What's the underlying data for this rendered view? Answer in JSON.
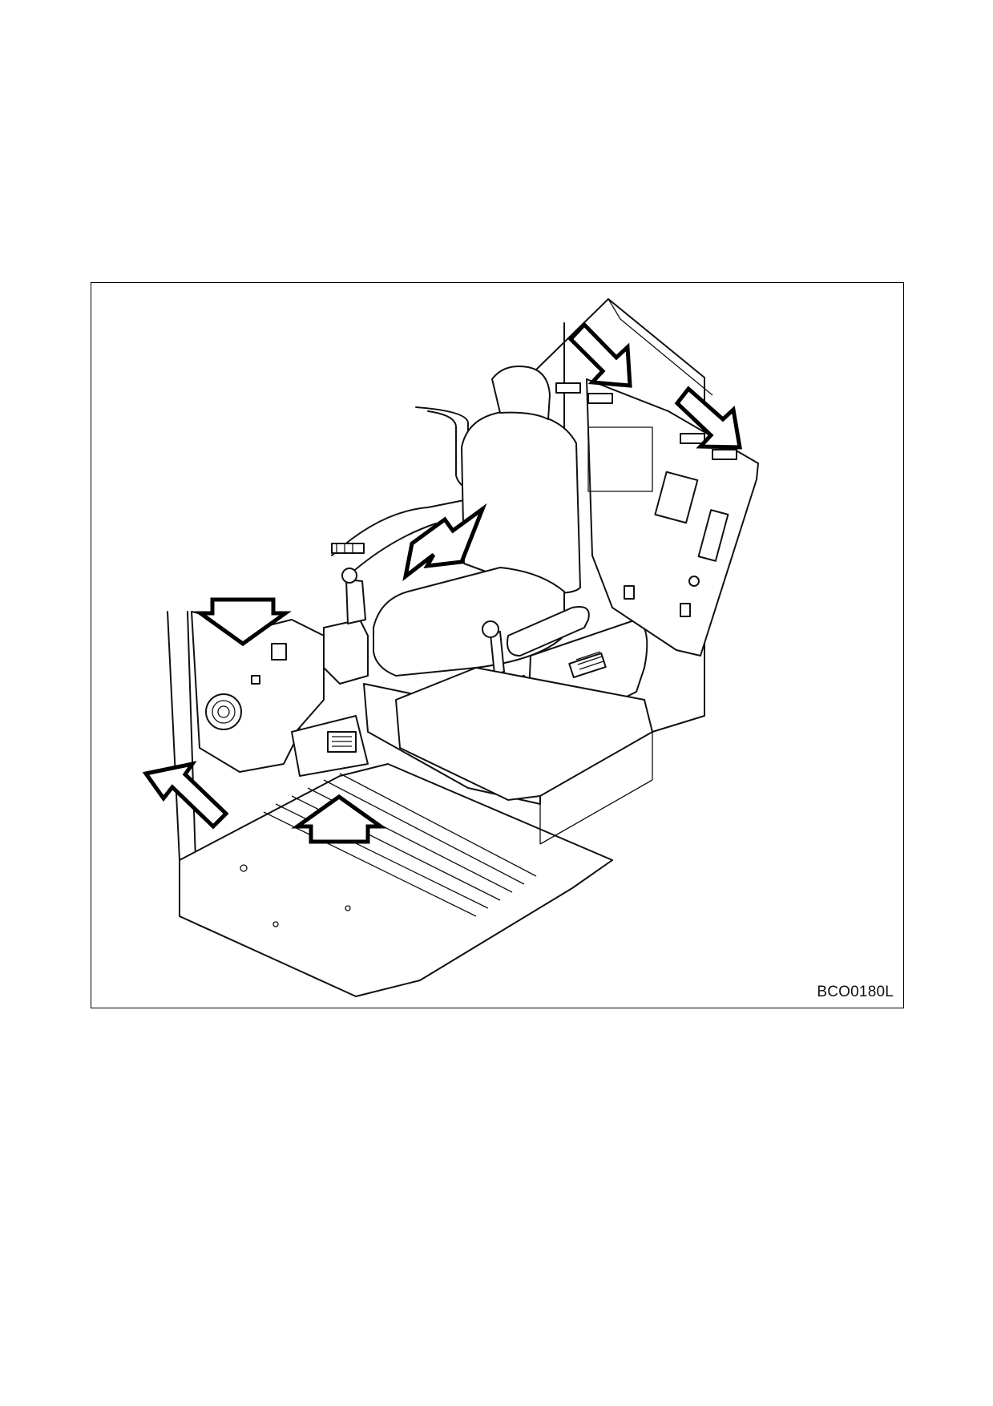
{
  "figure": {
    "code": "BCO0180L",
    "subject": "operator-cab-interior",
    "arrow_count": 6,
    "colors": {
      "line": "#111111",
      "background": "#ffffff"
    }
  }
}
